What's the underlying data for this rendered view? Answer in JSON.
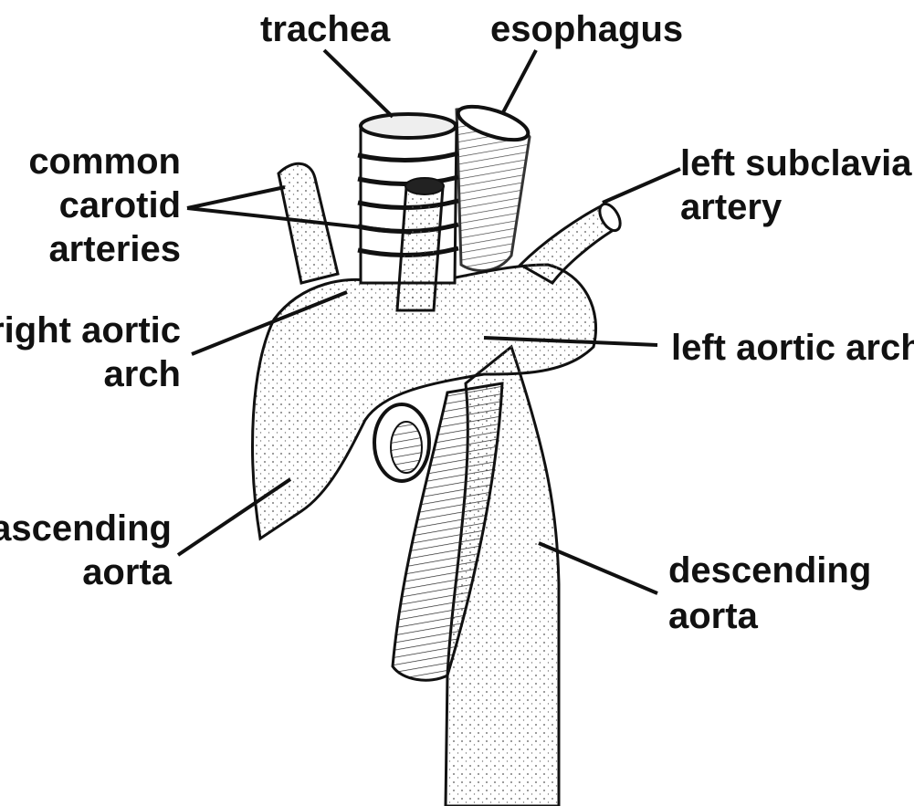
{
  "labels": {
    "trachea": "trachea",
    "esophagus": "esophagus",
    "common_carotid": [
      "common",
      "carotid",
      "arteries"
    ],
    "left_subclavian": [
      "left subclavian",
      "artery"
    ],
    "right_aortic_arch": [
      "right aortic",
      "arch"
    ],
    "left_aortic_arch": "left aortic arch",
    "ascending_aorta": [
      "ascending",
      "aorta"
    ],
    "descending_aorta": [
      "descending",
      "aorta"
    ]
  },
  "colors": {
    "ink": "#111111",
    "fill": "#ffffff",
    "stipple": "#555555"
  }
}
